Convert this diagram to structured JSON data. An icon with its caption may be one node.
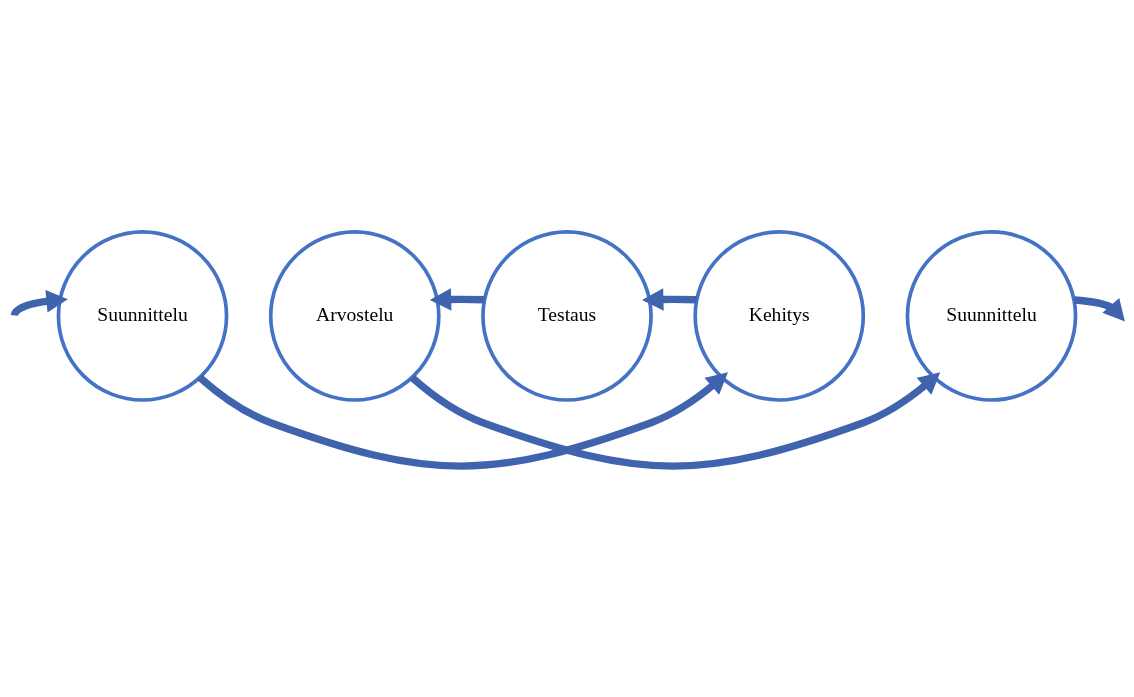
{
  "diagram": {
    "nodes": [
      {
        "text": [
          "Testaus"
        ]
      },
      {
        "text": [
          "Arvostelu"
        ]
      },
      {
        "text": [
          "Kehitys"
        ]
      },
      {
        "text": [
          "Suunnittelu"
        ]
      },
      {
        "text": [
          "Suunnittelu"
        ]
      }
    ],
    "edges": [
      {
        "from": null,
        "to": 3,
        "arrow": "to"
      },
      {
        "from": 3,
        "to": 2,
        "arrow": "to"
      },
      {
        "from": 2,
        "to": 0,
        "arrow": "to"
      },
      {
        "from": 0,
        "to": 1,
        "arrow": "to"
      },
      {
        "from": 1,
        "to": 4,
        "arrow": "to"
      },
      {
        "from": 4,
        "to": null,
        "arrow": "to"
      }
    ]
  }
}
